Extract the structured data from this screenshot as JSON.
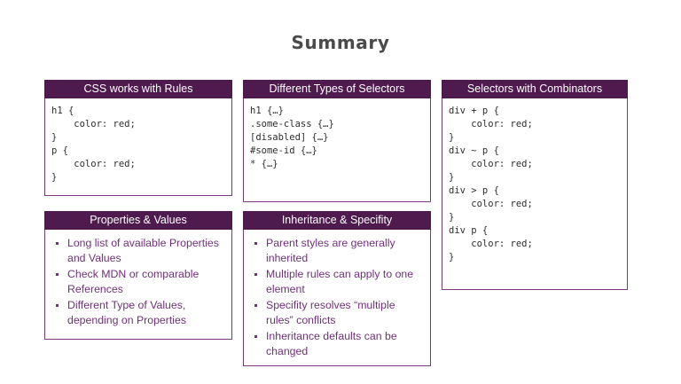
{
  "slide": {
    "title": "Summary",
    "background_color": "#ffffff",
    "title_color": "#4a4a4a",
    "accent_color": "#4f1b4f",
    "border_color": "#7b3b7b",
    "bullet_text_color": "#70307a",
    "code_text_color": "#2e2e2e"
  },
  "cards": {
    "css_rules": {
      "header": "CSS works with Rules",
      "type": "code",
      "code": "h1 {\n    color: red;\n}\np {\n    color: red;\n}"
    },
    "selector_types": {
      "header": "Different Types of Selectors",
      "type": "code",
      "code": "h1 {…}\n.some-class {…}\n[disabled] {…}\n#some-id {…}\n* {…}"
    },
    "combinators": {
      "header": "Selectors with Combinators",
      "type": "code",
      "code": "div + p {\n    color: red;\n}\ndiv ~ p {\n    color: red;\n}\ndiv > p {\n    color: red;\n}\ndiv p {\n    color: red;\n}"
    },
    "properties_values": {
      "header": "Properties & Values",
      "type": "bullets",
      "items": [
        "Long list of available Properties and Values",
        "Check MDN or comparable References",
        "Different Type of Values, depending on Properties"
      ]
    },
    "inheritance": {
      "header": "Inheritance & Specifity",
      "type": "bullets",
      "items": [
        "Parent styles are generally inherited",
        "Multiple rules can apply to one element",
        "Specifity resolves “multiple rules” conflicts",
        "Inheritance defaults can be changed"
      ]
    }
  }
}
